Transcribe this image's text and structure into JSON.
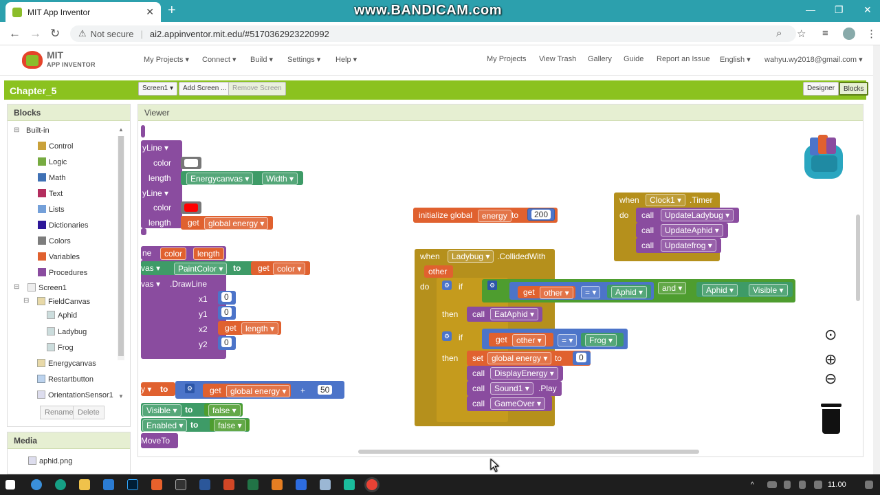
{
  "browser": {
    "tab_title": "MIT App Inventor",
    "watermark": "www.BANDICAM.com",
    "not_secure": "Not secure",
    "url": "ai2.appinventor.mit.edu/#5170362923220992"
  },
  "header": {
    "logo_line1": "MIT",
    "logo_line2": "APP INVENTOR",
    "menus": [
      "My Projects ▾",
      "Connect ▾",
      "Build ▾",
      "Settings ▾",
      "Help ▾"
    ],
    "links": [
      "My Projects",
      "View Trash",
      "Gallery",
      "Guide",
      "Report an Issue",
      "English ▾",
      "wahyu.wy2018@gmail.com ▾"
    ]
  },
  "project_bar": {
    "project_name": "Chapter_5",
    "screen_select": "Screen1 ▾",
    "add_screen": "Add Screen ...",
    "remove_screen": "Remove Screen",
    "designer": "Designer",
    "blocks": "Blocks"
  },
  "blocks_panel": {
    "title": "Blocks",
    "builtin_label": "Built-in",
    "builtin": [
      {
        "label": "Control",
        "color": "#c9a13a"
      },
      {
        "label": "Logic",
        "color": "#77ab41"
      },
      {
        "label": "Math",
        "color": "#3f71b5"
      },
      {
        "label": "Text",
        "color": "#b32d5e"
      },
      {
        "label": "Lists",
        "color": "#74a0d9"
      },
      {
        "label": "Dictionaries",
        "color": "#2d1799"
      },
      {
        "label": "Colors",
        "color": "#7d7d7d"
      },
      {
        "label": "Variables",
        "color": "#e0612f"
      },
      {
        "label": "Procedures",
        "color": "#8a4c9f"
      }
    ],
    "screen": "Screen1",
    "components": [
      "FieldCanvas",
      "Aphid",
      "Ladybug",
      "Frog",
      "Energycanvas",
      "Restartbutton",
      "OrientationSensor1"
    ],
    "rename": "Rename",
    "delete": "Delete"
  },
  "media_panel": {
    "title": "Media",
    "items": [
      "aphid.png"
    ]
  },
  "viewer": {
    "title": "Viewer",
    "left_blocks": {
      "drawline1": "yLine ▾",
      "color": "color",
      "length": "length",
      "energycanvas": "Energycanvas ▾",
      "width": "Width ▾",
      "drawline2": "yLine ▾",
      "get": "get",
      "global_energy": "global energy ▾",
      "proc_ne": "ne",
      "param_color": "color",
      "param_length": "length",
      "vas1": "vas ▾",
      "paintcolor": "PaintColor ▾",
      "to": "to",
      "get_color": "color ▾",
      "vas2": "vas ▾",
      "drawline3": ".DrawLine",
      "x1": "x1",
      "y1": "y1",
      "x2": "x2",
      "y2": "y2",
      "zero": "0",
      "length_var": "length ▾",
      "y_set": "y ▾",
      "plus": "+",
      "fifty": "50",
      "visible": "Visible ▾",
      "enabled": "Enabled ▾",
      "false": "false ▾",
      "moveto": "MoveTo"
    },
    "init_global": {
      "label": "initialize global",
      "name": "energy",
      "to": "to",
      "value": "200"
    },
    "clock_event": {
      "when": "when",
      "component": "Clock1 ▾",
      "event": ".Timer",
      "do": "do",
      "calls": [
        "UpdateLadybug ▾",
        "UpdateAphid ▾",
        "Updatefrog ▾"
      ],
      "call_label": "call"
    },
    "ladybug_event": {
      "when": "when",
      "component": "Ladybug ▾",
      "event": ".CollidedWith",
      "param": "other",
      "do": "do",
      "if": "if",
      "then": "then",
      "get": "get",
      "other": "other ▾",
      "eq": "= ▾",
      "aphid": "Aphid ▾",
      "and": "and ▾",
      "aphid2": "Aphid ▾",
      "visible": "Visible ▾",
      "call": "call",
      "eat_aphid": "EatAphid ▾",
      "frog": "Frog ▾",
      "set": "set",
      "global_energy": "global energy ▾",
      "to": "to",
      "zero": "0",
      "display_energy": "DisplayEnergy ▾",
      "sound": "Sound1 ▾",
      "play": ".Play",
      "game_over": "GameOver ▾"
    }
  },
  "taskbar": {
    "clock": "11.00"
  }
}
